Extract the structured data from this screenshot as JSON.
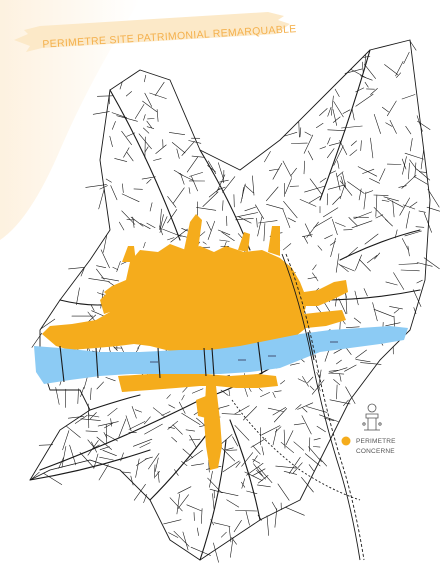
{
  "title": "PERIMETRE SITE PATRIMONIAL REMARQUABLE",
  "legend": {
    "line1": "PERIMETRE",
    "line2": "CONCERNE"
  },
  "colors": {
    "perimeter": "#F5AC1C",
    "river": "#8CCBF4",
    "banner": "#FCE9C8",
    "banner_text": "#F4B14E",
    "streets": "#1a1a1a",
    "background_wash": "#FDF3E3"
  },
  "icons": {
    "legend_marker": "perimeter-dot-icon",
    "legend_monument": "monument-icon"
  }
}
